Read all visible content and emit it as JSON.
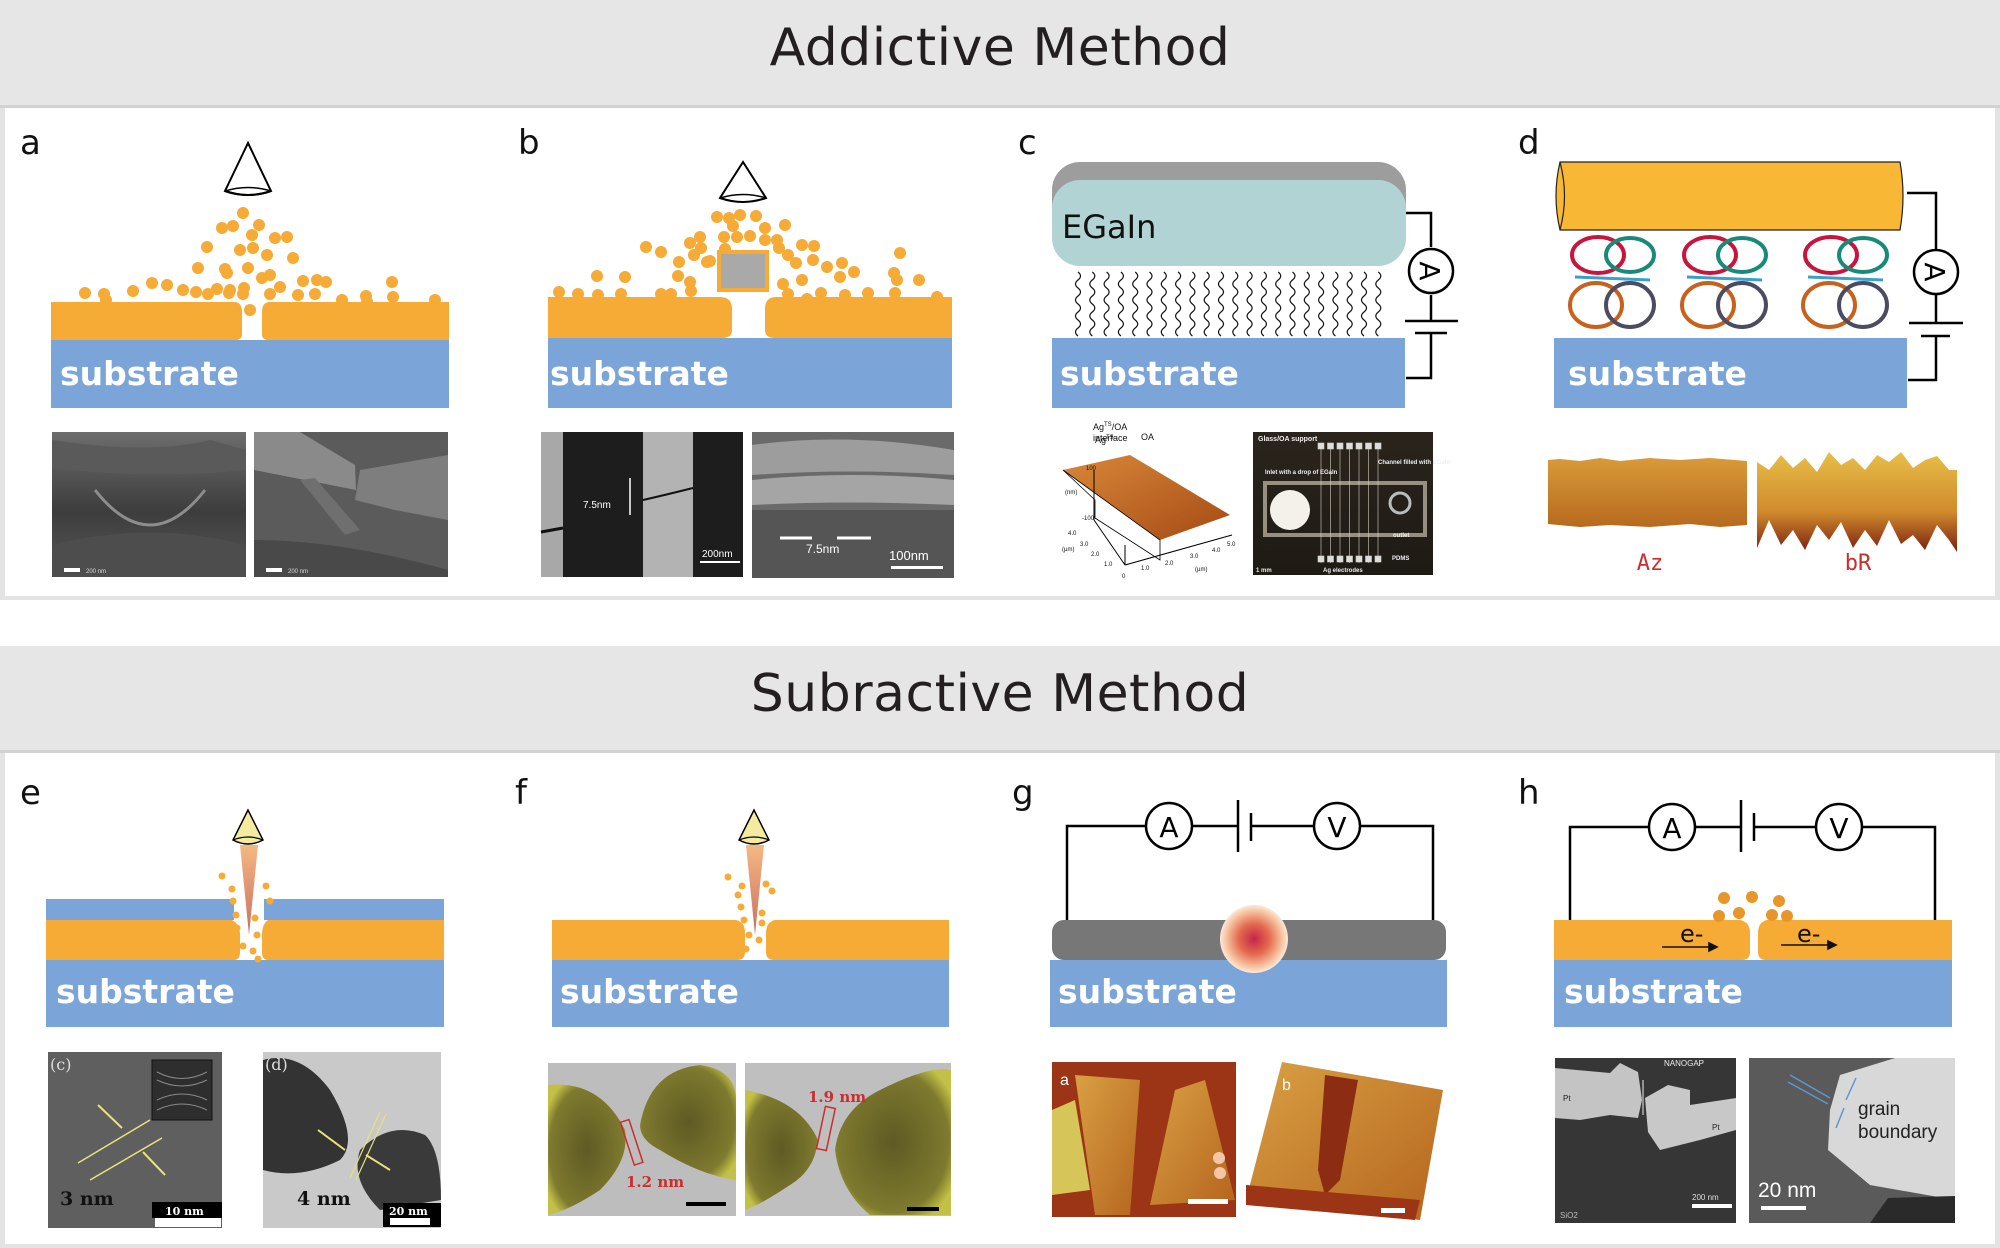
{
  "sections": [
    {
      "title": "Addictive Method"
    },
    {
      "title": "Subractive Method"
    }
  ],
  "panels": {
    "a": {
      "label": "a",
      "substrate": "substrate",
      "sem_left_scale": "200 nm",
      "sem_right_scale": "200 nm"
    },
    "b": {
      "label": "b",
      "substrate": "substrate",
      "sem_left_gap": "7.5nm",
      "sem_left_scale": "200nm",
      "sem_right_gap": "7.5nm",
      "sem_right_scale": "100nm"
    },
    "c": {
      "label": "c",
      "electrode": "EGaIn",
      "substrate": "substrate",
      "meter": "A",
      "afm": {
        "label_ag": "Ag",
        "label_ag_sup": "TS",
        "label_interface_1": "Ag",
        "label_interface_sup": "TS",
        "label_interface_2": "/OA",
        "label_interface_3": "interface",
        "label_oa": "OA",
        "z_unit": "(nm)",
        "z_ticks": [
          "100",
          "0",
          "-100"
        ],
        "y_ticks": [
          "4.0",
          "3.0",
          "2.0",
          "1.0"
        ],
        "y_unit": "(µm)",
        "x_ticks": [
          "0",
          "1.0",
          "2.0",
          "3.0",
          "4.0",
          "5.0"
        ],
        "x_unit": "(µm)"
      },
      "photo": {
        "header": "Glass/OA support",
        "inlet": "Inlet with a drop of EGaIn",
        "channel": "Channel filled with EGaIn",
        "outlet": "outlet",
        "pdms": "PDMS",
        "electrodes": "Ag electrodes",
        "scale": "1 mm"
      }
    },
    "d": {
      "label": "d",
      "substrate": "substrate",
      "meter": "A",
      "img_left": "Az",
      "img_right": "bR"
    },
    "e": {
      "label": "e",
      "substrate": "substrate",
      "tem_left_tag": "(c)",
      "tem_left_gap": "3 nm",
      "tem_left_scale": "10 nm",
      "tem_right_tag": "(d)",
      "tem_right_gap": "4 nm",
      "tem_right_scale": "20 nm"
    },
    "f": {
      "label": "f",
      "substrate": "substrate",
      "tem_left_gap": "1.2 nm",
      "tem_right_gap": "1.9 nm"
    },
    "g": {
      "label": "g",
      "substrate": "substrate",
      "meter_a": "A",
      "meter_v": "V",
      "afm_left_tag": "a",
      "afm_right_tag": "b"
    },
    "h": {
      "label": "h",
      "substrate": "substrate",
      "meter_a": "A",
      "meter_v": "V",
      "electron_left": "e-",
      "electron_right": "e-",
      "sem_gap": "NANOGAP",
      "sem_pt_left": "Pt",
      "sem_pt_right": "Pt",
      "sem_sio2": "SiO2",
      "sem_scale": "200 nm",
      "tem_label_1": "grain",
      "tem_label_2": "boundary",
      "tem_scale": "20 nm"
    }
  },
  "colors": {
    "gold": "#f5ab35",
    "substrate": "#7ba4d8",
    "band": "#e6e6e6",
    "egain": "#b2d3d3",
    "cylinder": "#f8b734",
    "scale_red": "#cc2d2d"
  }
}
